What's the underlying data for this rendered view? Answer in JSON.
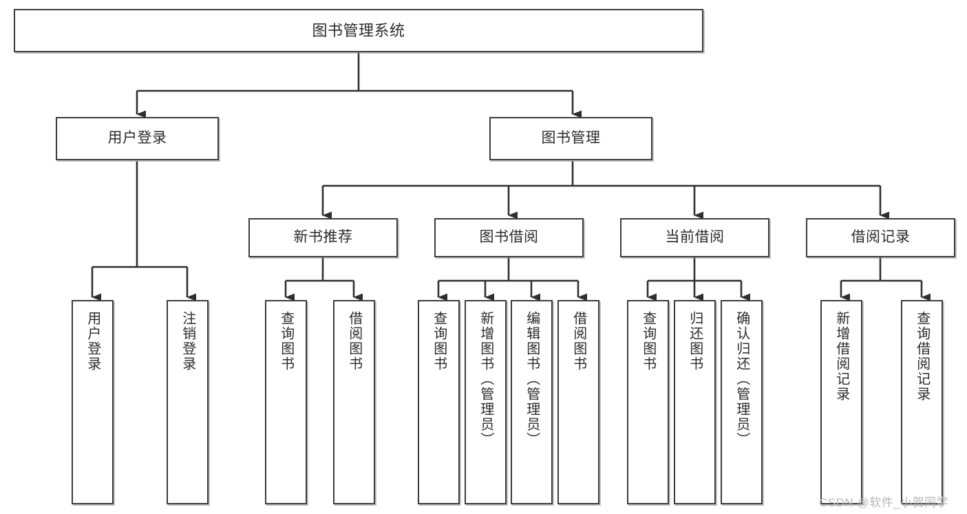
{
  "diagram": {
    "title": "图书管理系统",
    "type": "hierarchy-tree",
    "style": {
      "background": "#ffffff",
      "box_border": "#3a3a3a",
      "box_fill": "#ffffff",
      "text_color": "#2b2b2b",
      "connector_color": "#2f2f2f",
      "watermark_color": "#b9b9b9"
    },
    "levels": [
      {
        "level": 1,
        "nodes": [
          {
            "id": "root",
            "label": "图书管理系统",
            "orientation": "horizontal"
          }
        ]
      },
      {
        "level": 2,
        "nodes": [
          {
            "id": "login",
            "label": "用户登录",
            "orientation": "horizontal",
            "parent": "root"
          },
          {
            "id": "bookmgmt",
            "label": "图书管理",
            "orientation": "horizontal",
            "parent": "root"
          }
        ]
      },
      {
        "level": 3,
        "nodes": [
          {
            "id": "newbook",
            "label": "新书推荐",
            "orientation": "horizontal",
            "parent": "bookmgmt"
          },
          {
            "id": "borrow",
            "label": "图书借阅",
            "orientation": "horizontal",
            "parent": "bookmgmt"
          },
          {
            "id": "current",
            "label": "当前借阅",
            "orientation": "horizontal",
            "parent": "bookmgmt"
          },
          {
            "id": "records",
            "label": "借阅记录",
            "orientation": "horizontal",
            "parent": "bookmgmt"
          }
        ]
      },
      {
        "level": 4,
        "nodes": [
          {
            "id": "leaf1",
            "label": "用户登录",
            "orientation": "vertical",
            "parent": "login"
          },
          {
            "id": "leaf2",
            "label": "注销登录",
            "orientation": "vertical",
            "parent": "login"
          },
          {
            "id": "leaf3",
            "label": "查询图书",
            "orientation": "vertical",
            "parent": "newbook"
          },
          {
            "id": "leaf4",
            "label": "借阅图书",
            "orientation": "vertical",
            "parent": "newbook"
          },
          {
            "id": "leaf5",
            "label": "查询图书",
            "orientation": "vertical",
            "parent": "borrow"
          },
          {
            "id": "leaf6",
            "label": "新增图书（管理员）",
            "orientation": "vertical",
            "parent": "borrow"
          },
          {
            "id": "leaf7",
            "label": "编辑图书（管理员）",
            "orientation": "vertical",
            "parent": "borrow"
          },
          {
            "id": "leaf8",
            "label": "借阅图书",
            "orientation": "vertical",
            "parent": "borrow"
          },
          {
            "id": "leaf9",
            "label": "查询图书",
            "orientation": "vertical",
            "parent": "current"
          },
          {
            "id": "leaf10",
            "label": "归还图书",
            "orientation": "vertical",
            "parent": "current"
          },
          {
            "id": "leaf11",
            "label": "确认归还（管理员）",
            "orientation": "vertical",
            "parent": "current"
          },
          {
            "id": "leaf12",
            "label": "新增借阅记录",
            "orientation": "vertical",
            "parent": "records"
          },
          {
            "id": "leaf13",
            "label": "查询借阅记录",
            "orientation": "vertical",
            "parent": "records"
          }
        ]
      }
    ]
  },
  "watermark": {
    "text": "CSDN @软件_小贺同学"
  }
}
